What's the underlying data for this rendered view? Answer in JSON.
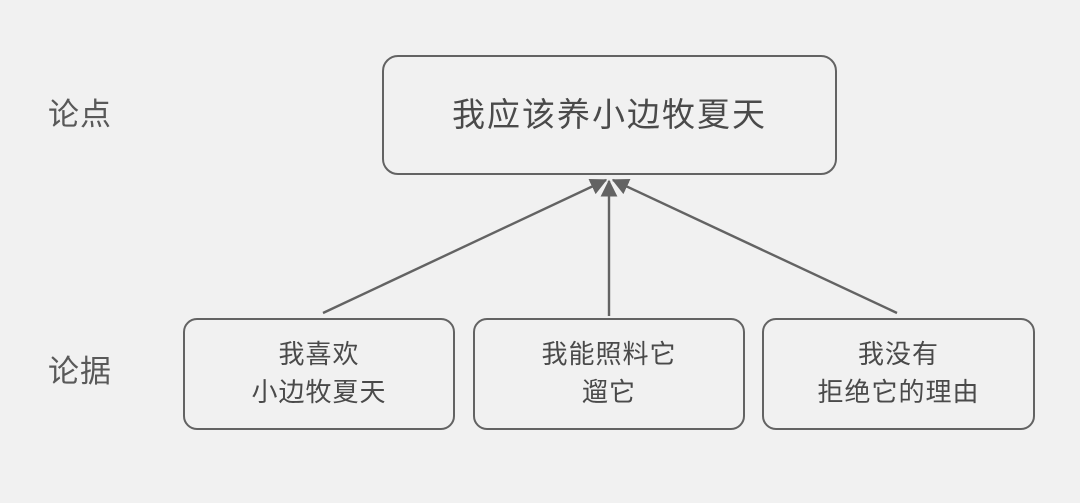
{
  "diagram": {
    "background_color": "#f1f1f1",
    "line_color": "#636363",
    "text_color": "#4a4a4a",
    "label_color": "#595959",
    "rows": {
      "claim_label": "论点",
      "evidence_label": "论据"
    },
    "claim": {
      "id": "claim",
      "text": "我应该养小边牧夏天"
    },
    "evidence": [
      {
        "id": "evidence-1",
        "text": "我喜欢\n小边牧夏天"
      },
      {
        "id": "evidence-2",
        "text": "我能照料它\n遛它"
      },
      {
        "id": "evidence-3",
        "text": "我没有\n拒绝它的理由"
      }
    ],
    "edges": [
      {
        "from": "evidence-1",
        "to": "claim",
        "style": "arrow"
      },
      {
        "from": "evidence-2",
        "to": "claim",
        "style": "arrow"
      },
      {
        "from": "evidence-3",
        "to": "claim",
        "style": "arrow"
      }
    ]
  }
}
